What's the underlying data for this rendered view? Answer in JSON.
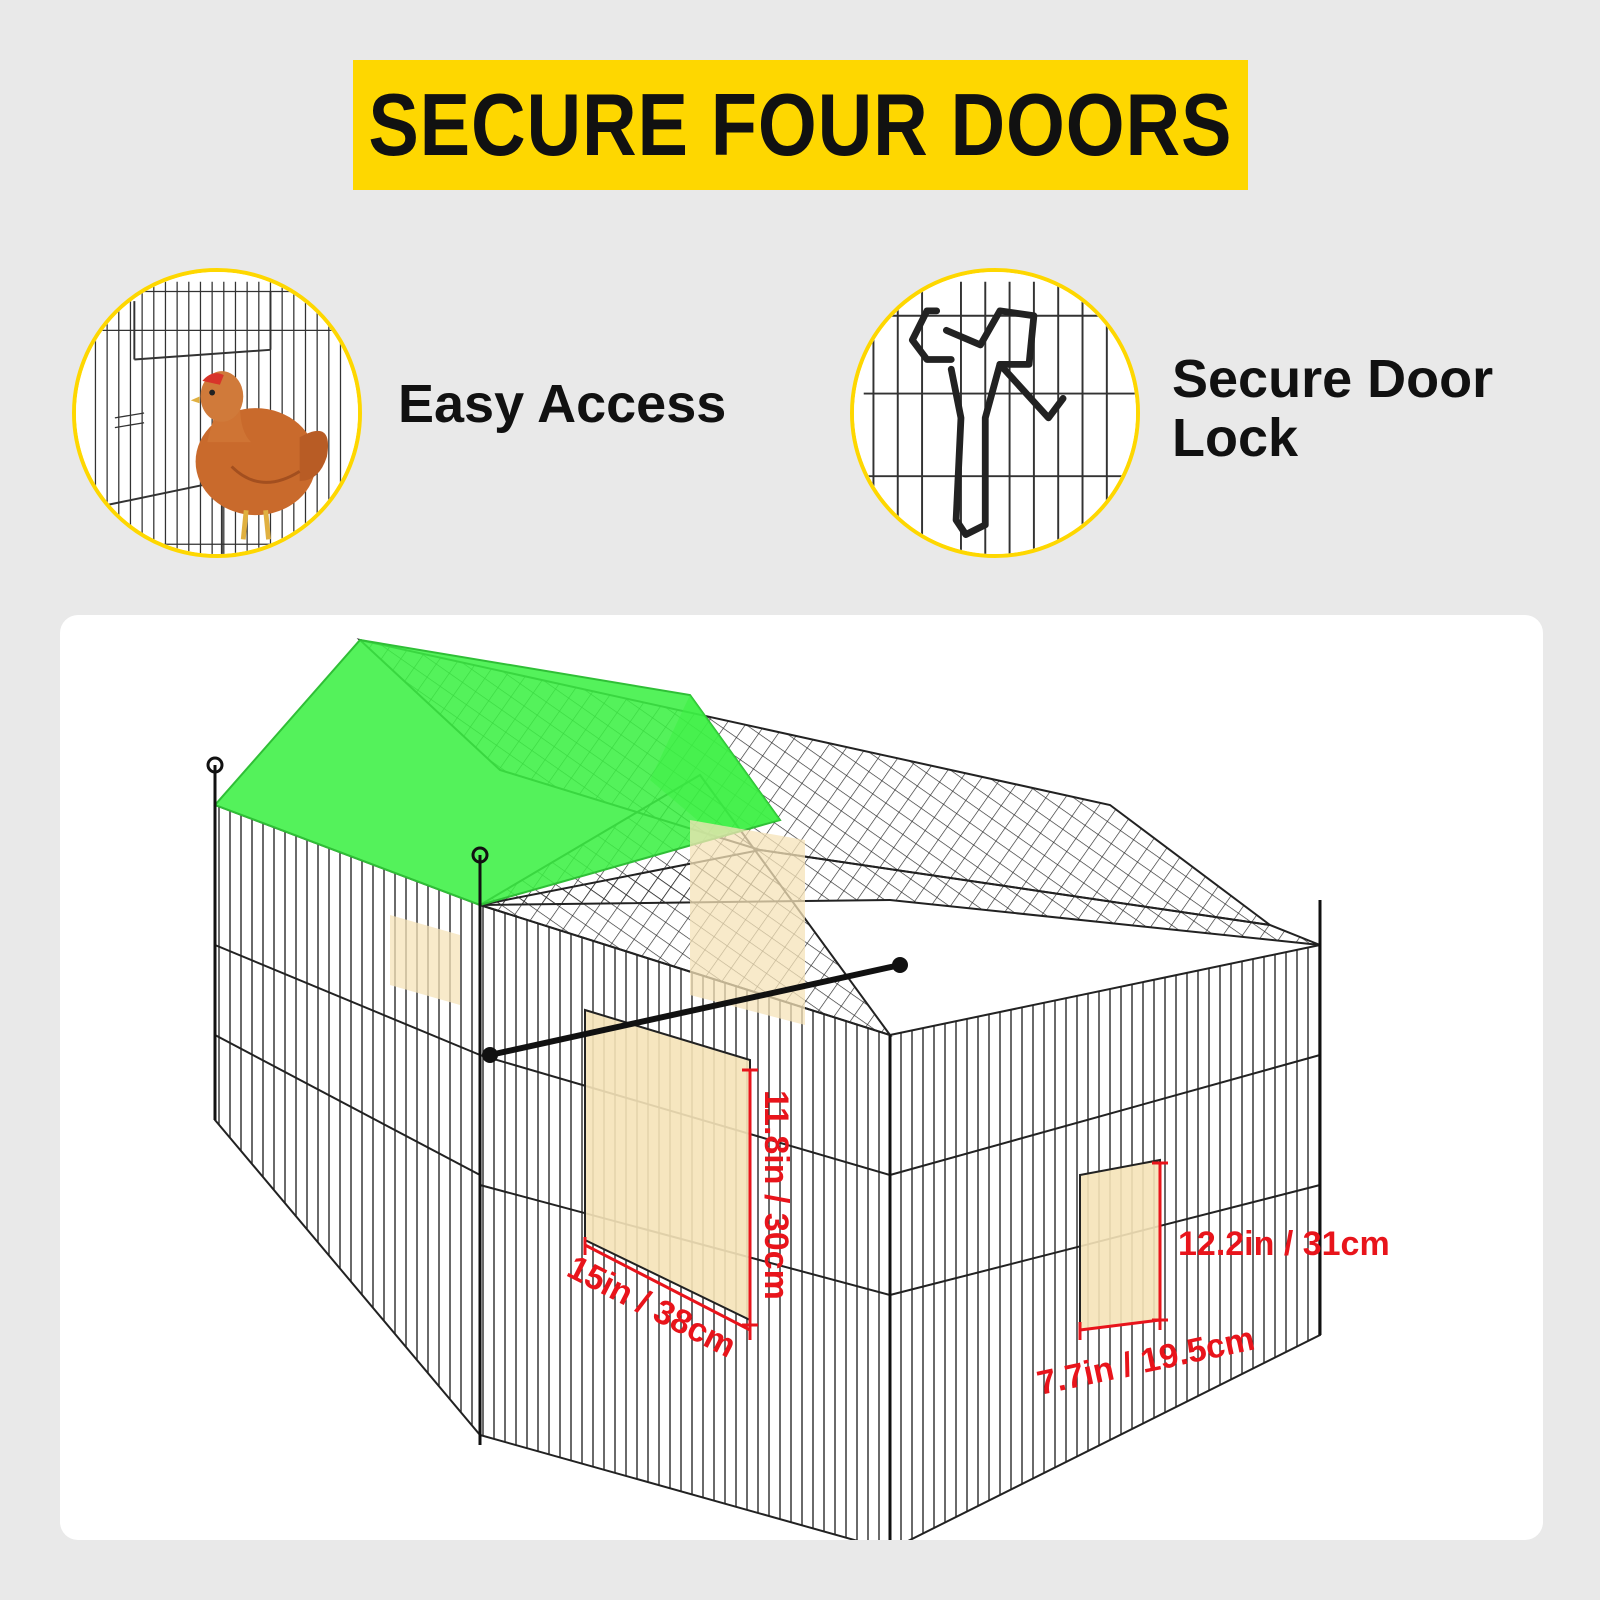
{
  "banner": {
    "title": "SECURE FOUR DOORS",
    "background": "#fed700"
  },
  "features": [
    {
      "label": "Easy Access",
      "icon": "chicken-icon"
    },
    {
      "label": "Secure Door",
      "label_line2": "Lock",
      "icon": "door-lock-icon"
    }
  ],
  "dimensions": {
    "door_height": "11.8in / 30cm",
    "door_width": "15in / 38cm",
    "small_door_height": "12.2in / 31cm",
    "small_door_width": "7.7in / 19.5cm"
  },
  "colors": {
    "accent": "#fed700",
    "cover": "#3cf044",
    "dimension": "#e8141b",
    "door_panel": "#f5e3b8"
  }
}
